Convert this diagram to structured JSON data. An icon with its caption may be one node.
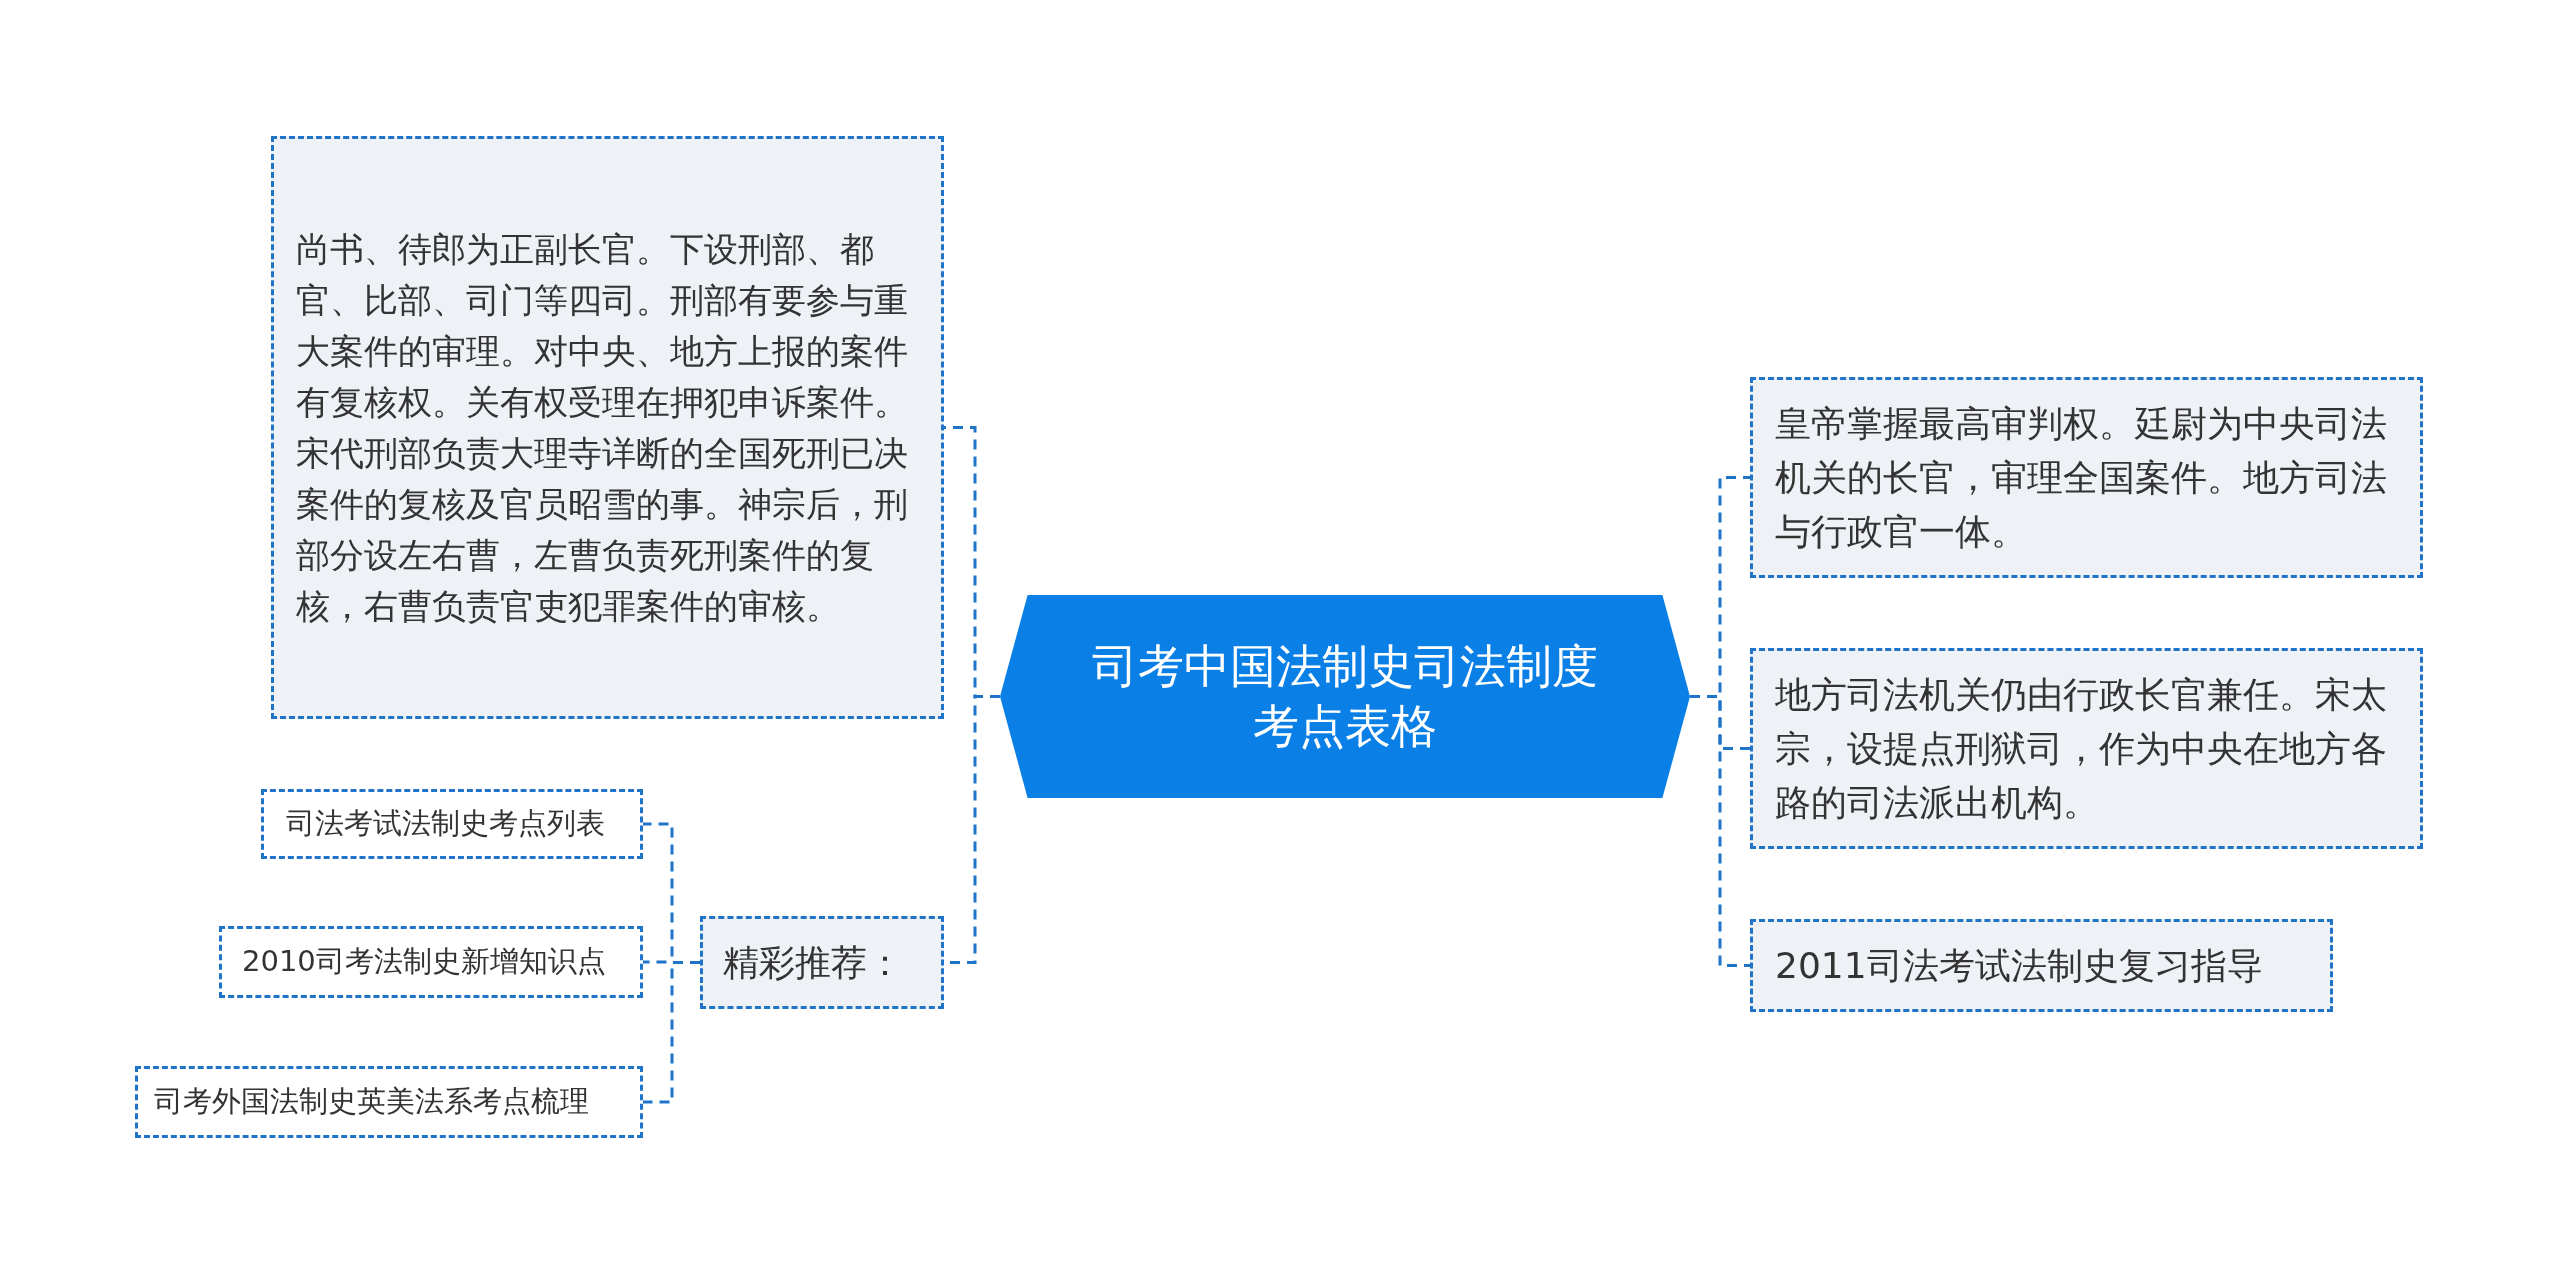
{
  "diagram": {
    "nodes": [
      {
        "text": [
          "司考中国法制史司法制度考点表格"
        ]
      },
      {
        "text": [
          "尚书、待郎为正副长官。下设刑部、都官、比部、司门等四司。刑部有要参与重大案件的审理。对中央、地方上报的案件有复核权。关有权受理在押犯申诉案件。宋代刑部负责大理寺详断的全国死刑已决案件的复核及官员昭雪的事。神宗后，刑部分设左右曹，左曹负责死刑案件的复核，右曹负责官吏犯罪案件的审核。"
        ]
      },
      {
        "text": [
          "精彩推荐："
        ]
      },
      {
        "text": [
          "司法考试法制史考点列表"
        ]
      },
      {
        "text": [
          "2010司考法制史新增知识点"
        ]
      },
      {
        "text": [
          "司考外国法制史英美法系考点梳理"
        ]
      },
      {
        "text": [
          "皇帝掌握最高审判权。廷尉为中央司法机关的长官，审理全国案件。地方司法与行政官一体。"
        ]
      },
      {
        "text": [
          "地方司法机关仍由行政长官兼任。宋太宗，设提点刑狱司，作为中央在地方各路的司法派出机构。"
        ]
      },
      {
        "text": [
          "2011司法考试法制史复习指导"
        ]
      }
    ],
    "edges": [
      {
        "from": 0,
        "to": 1,
        "arrow": "none"
      },
      {
        "from": 0,
        "to": 2,
        "arrow": "none"
      },
      {
        "from": 2,
        "to": 3,
        "arrow": "none"
      },
      {
        "from": 2,
        "to": 4,
        "arrow": "none"
      },
      {
        "from": 2,
        "to": 5,
        "arrow": "none"
      },
      {
        "from": 0,
        "to": 6,
        "arrow": "none"
      },
      {
        "from": 0,
        "to": 7,
        "arrow": "none"
      },
      {
        "from": 0,
        "to": 8,
        "arrow": "none"
      }
    ]
  }
}
